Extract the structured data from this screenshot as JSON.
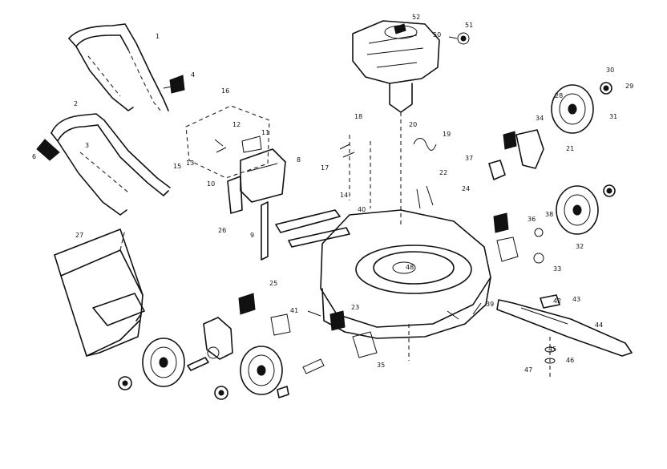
{
  "labels": [
    "1",
    "2",
    "3",
    "4",
    "6",
    "8",
    "9",
    "10",
    "11",
    "12",
    "13",
    "14",
    "15",
    "16",
    "17",
    "18",
    "19",
    "20",
    "21",
    "22",
    "23",
    "24",
    "25",
    "26",
    "27",
    "28",
    "29",
    "30",
    "31",
    "32",
    "33",
    "34",
    "35",
    "36",
    "37",
    "38",
    "39",
    "40",
    "41",
    "42",
    "43",
    "44",
    "45",
    "46",
    "47",
    "48",
    "50",
    "51",
    "52"
  ],
  "icons": {
    "upper_handle": "upper-handle-icon",
    "lower_handle": "lower-handle-icon",
    "grass_catcher": "grass-catcher-bag-icon",
    "deck": "mower-deck-icon",
    "engine": "engine-icon",
    "blade": "blade-icon",
    "wheel": "wheel-icon",
    "drive_pinion": "drive-pinion-icon",
    "gear_case": "gear-case-icon"
  }
}
